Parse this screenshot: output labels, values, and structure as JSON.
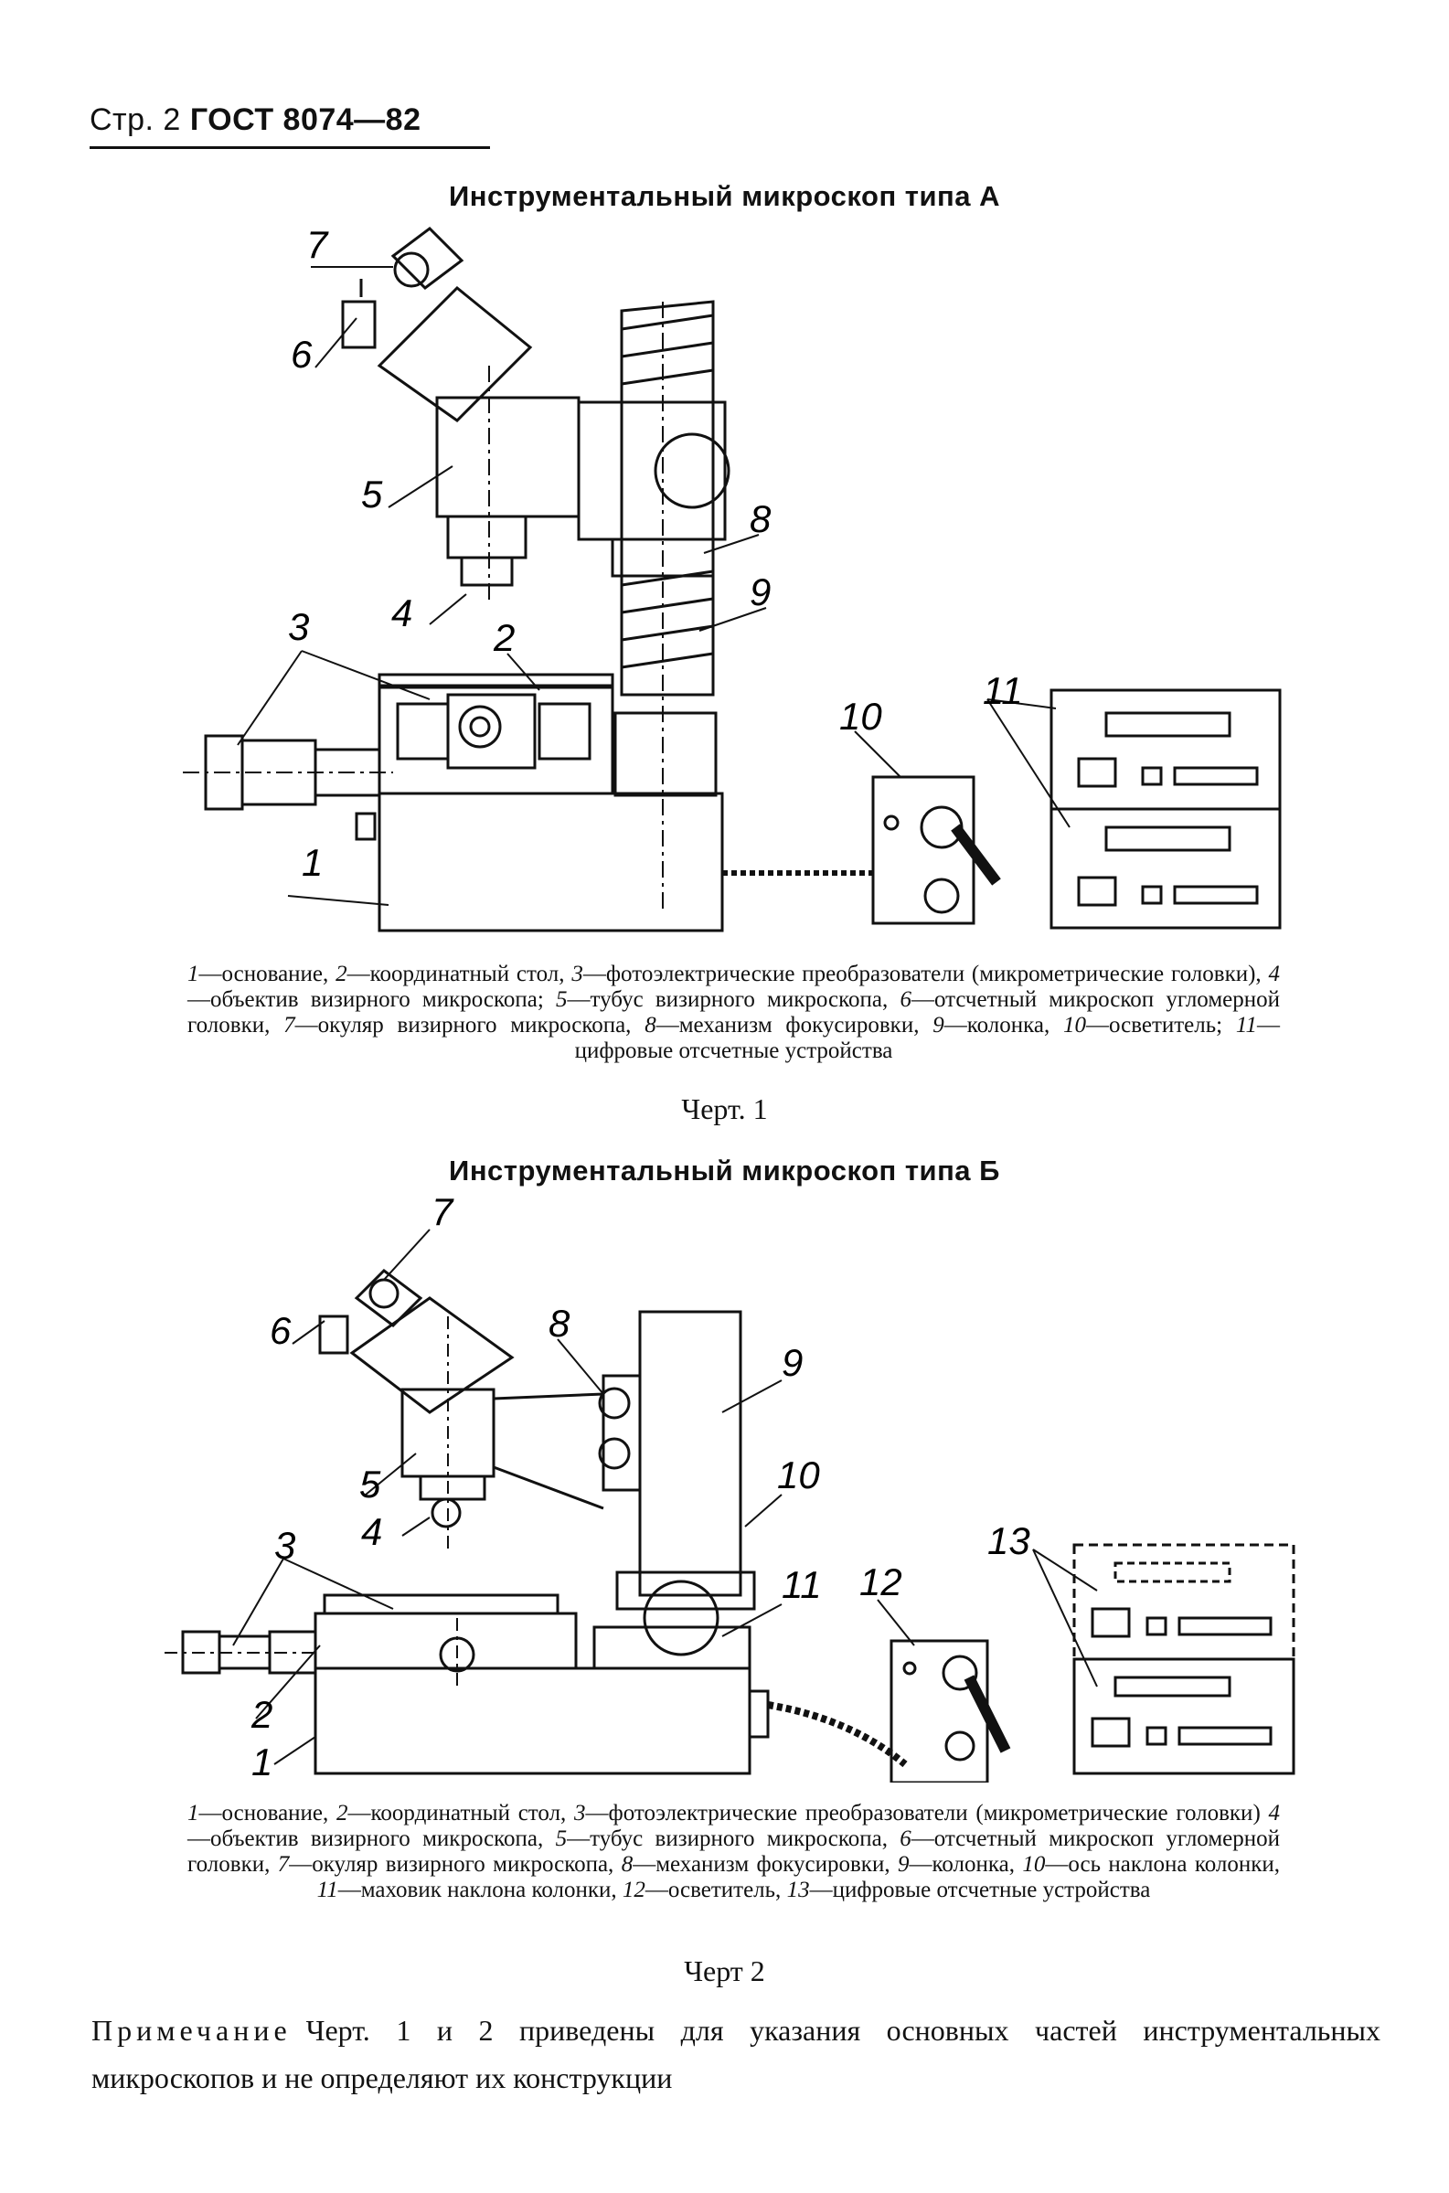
{
  "header": {
    "page_label": "Стр. 2",
    "gost": "ГОСТ 8074—82"
  },
  "figure1": {
    "title": "Инструментальный микроскоп типа А",
    "labels": [
      "1",
      "2",
      "3",
      "4",
      "5",
      "6",
      "7",
      "8",
      "9",
      "10",
      "11"
    ],
    "caption": [
      {
        "num": "1",
        "text": "—основание, "
      },
      {
        "num": "2",
        "text": "—координатный стол, "
      },
      {
        "num": "3",
        "text": "—фотоэлектрические преобразователи (микрометрические головки), "
      },
      {
        "num": "4",
        "text": "—объектив визирного микроскопа; "
      },
      {
        "num": "5",
        "text": "—тубус визирного микроскопа, "
      },
      {
        "num": "6",
        "text": "—отсчетный микроскоп угломерной головки, "
      },
      {
        "num": "7",
        "text": "—окуляр визирного микроскопа, "
      },
      {
        "num": "8",
        "text": "—механизм фокусировки, "
      },
      {
        "num": "9",
        "text": "—колонка, "
      },
      {
        "num": "10",
        "text": "—осветитель; "
      },
      {
        "num": "11",
        "text": "—цифровые отсчетные устройства"
      }
    ],
    "chert": "Черт. 1"
  },
  "figure2": {
    "title": "Инструментальный микроскоп типа Б",
    "labels": [
      "1",
      "2",
      "3",
      "4",
      "5",
      "6",
      "7",
      "8",
      "9",
      "10",
      "11",
      "12",
      "13"
    ],
    "caption": [
      {
        "num": "1",
        "text": "—основание, "
      },
      {
        "num": "2",
        "text": "—координатный стол, "
      },
      {
        "num": "3",
        "text": "—фотоэлектрические преобразователи (микрометрические головки) "
      },
      {
        "num": "4",
        "text": "—объектив визирного микроскопа, "
      },
      {
        "num": "5",
        "text": "—тубус визирного микроскопа, "
      },
      {
        "num": "6",
        "text": "—отсчетный микроскоп угломерной головки, "
      },
      {
        "num": "7",
        "text": "—окуляр визирного микроскопа, "
      },
      {
        "num": "8",
        "text": "—механизм фокусировки, "
      },
      {
        "num": "9",
        "text": "—колонка, "
      },
      {
        "num": "10",
        "text": "—ось наклона колонки, "
      },
      {
        "num": "11",
        "text": "—маховик наклона колонки, "
      },
      {
        "num": "12",
        "text": "—осветитель, "
      },
      {
        "num": "13",
        "text": "—цифровые отсчетные устройства"
      }
    ],
    "chert": "Черт 2"
  },
  "note": {
    "lead": "Примечание",
    "text": "Черт. 1 и 2 приведены для указания основных частей инструментальных микроскопов и не определяют их конструкции"
  }
}
